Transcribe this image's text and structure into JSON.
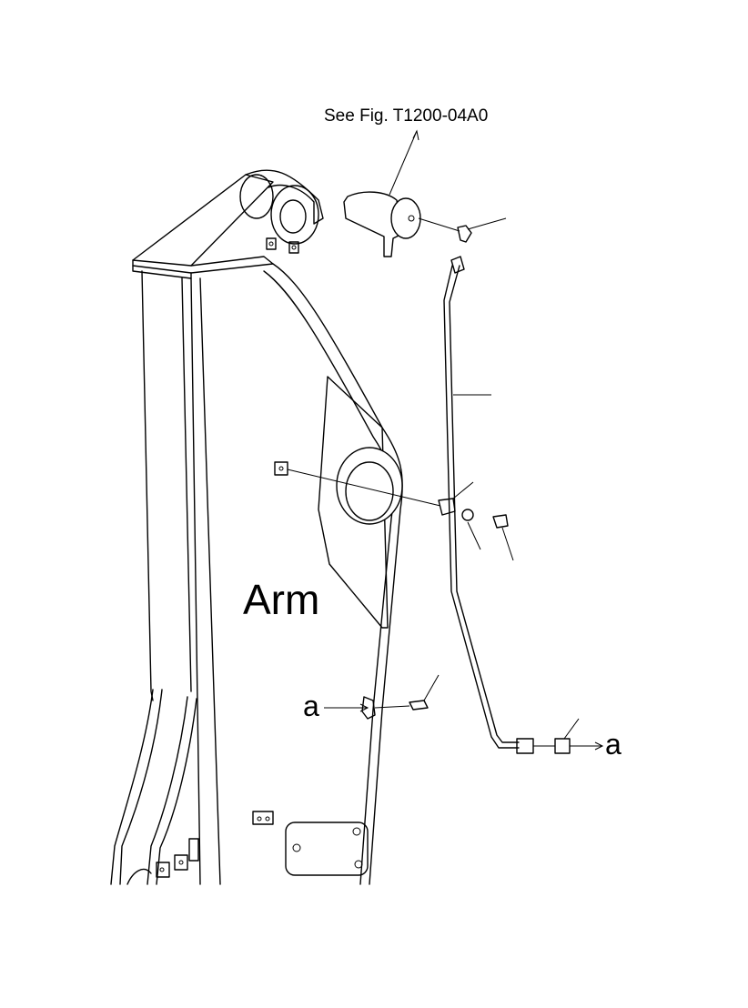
{
  "labels": {
    "reference": "See Fig. T1200-04A0",
    "arm": "Arm",
    "connector_left": "a",
    "connector_right": "a"
  },
  "colors": {
    "line": "#000000",
    "background": "#ffffff"
  }
}
